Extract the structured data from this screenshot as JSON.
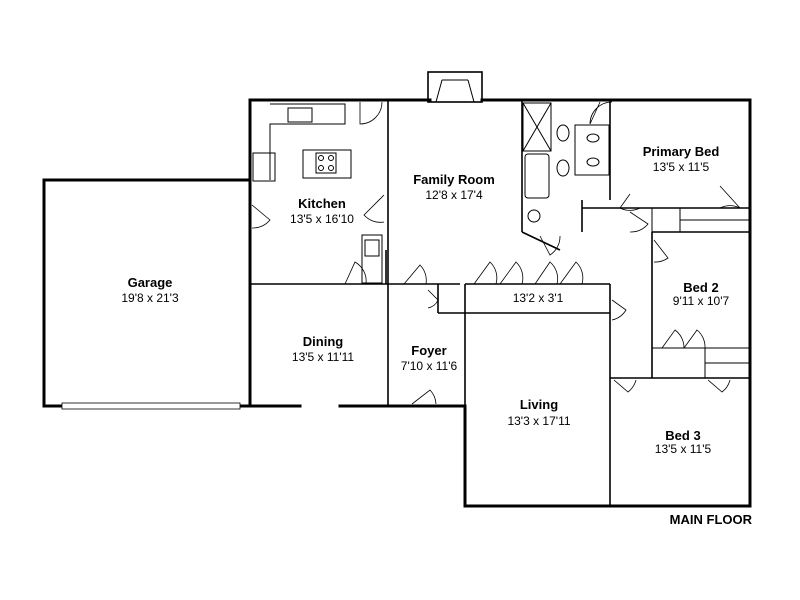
{
  "floor_label": "MAIN FLOOR",
  "rooms": [
    {
      "id": "garage",
      "name": "Garage",
      "dims": "19'8 x 21'3"
    },
    {
      "id": "kitchen",
      "name": "Kitchen",
      "dims": "13'5 x 16'10"
    },
    {
      "id": "family",
      "name": "Family Room",
      "dims": "12'8 x 17'4"
    },
    {
      "id": "primary",
      "name": "Primary Bed",
      "dims": "13'5 x 11'5"
    },
    {
      "id": "bed2",
      "name": "Bed 2",
      "dims": "9'11 x 10'7"
    },
    {
      "id": "hall",
      "name": "",
      "dims": "13'2 x 3'1"
    },
    {
      "id": "dining",
      "name": "Dining",
      "dims": "13'5 x 11'11"
    },
    {
      "id": "foyer",
      "name": "Foyer",
      "dims": "7'10 x 11'6"
    },
    {
      "id": "living",
      "name": "Living",
      "dims": "13'3 x 17'11"
    },
    {
      "id": "bed3",
      "name": "Bed 3",
      "dims": "13'5 x 11'5"
    }
  ]
}
